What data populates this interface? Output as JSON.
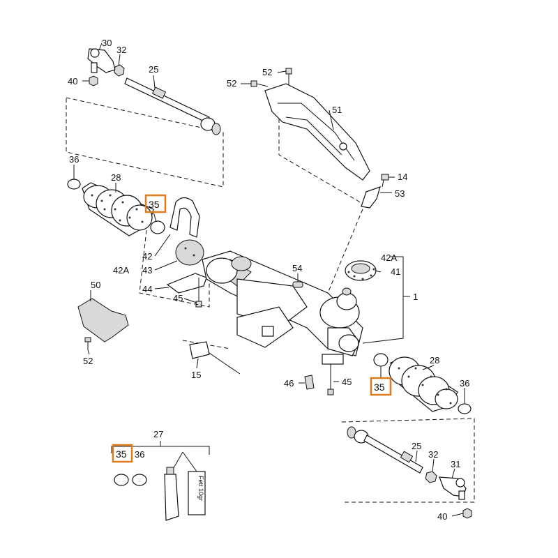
{
  "labels": {
    "p30": "30",
    "p32a": "32",
    "p25a": "25",
    "p40a": "40",
    "p52a": "52",
    "p52b": "52",
    "p51": "51",
    "p14": "14",
    "p53": "53",
    "p36a": "36",
    "p28a": "28",
    "p35a": "35",
    "p42": "42",
    "p42a": "42A",
    "p43": "43",
    "p44": "44",
    "p45a": "45",
    "p54": "54",
    "p42a2": "42A",
    "p41": "41",
    "p1": "1",
    "p50": "50",
    "p52c": "52",
    "p15": "15",
    "p46": "46",
    "p45b": "45",
    "p35b": "35",
    "p28b": "28",
    "p36b": "36",
    "p27": "27",
    "p35c": "35",
    "p36c": "36",
    "p25b": "25",
    "p32b": "32",
    "p31": "31",
    "p40b": "40"
  },
  "grease_tube_label": "Fett 10gr",
  "highlight_color": "#e07b1a"
}
